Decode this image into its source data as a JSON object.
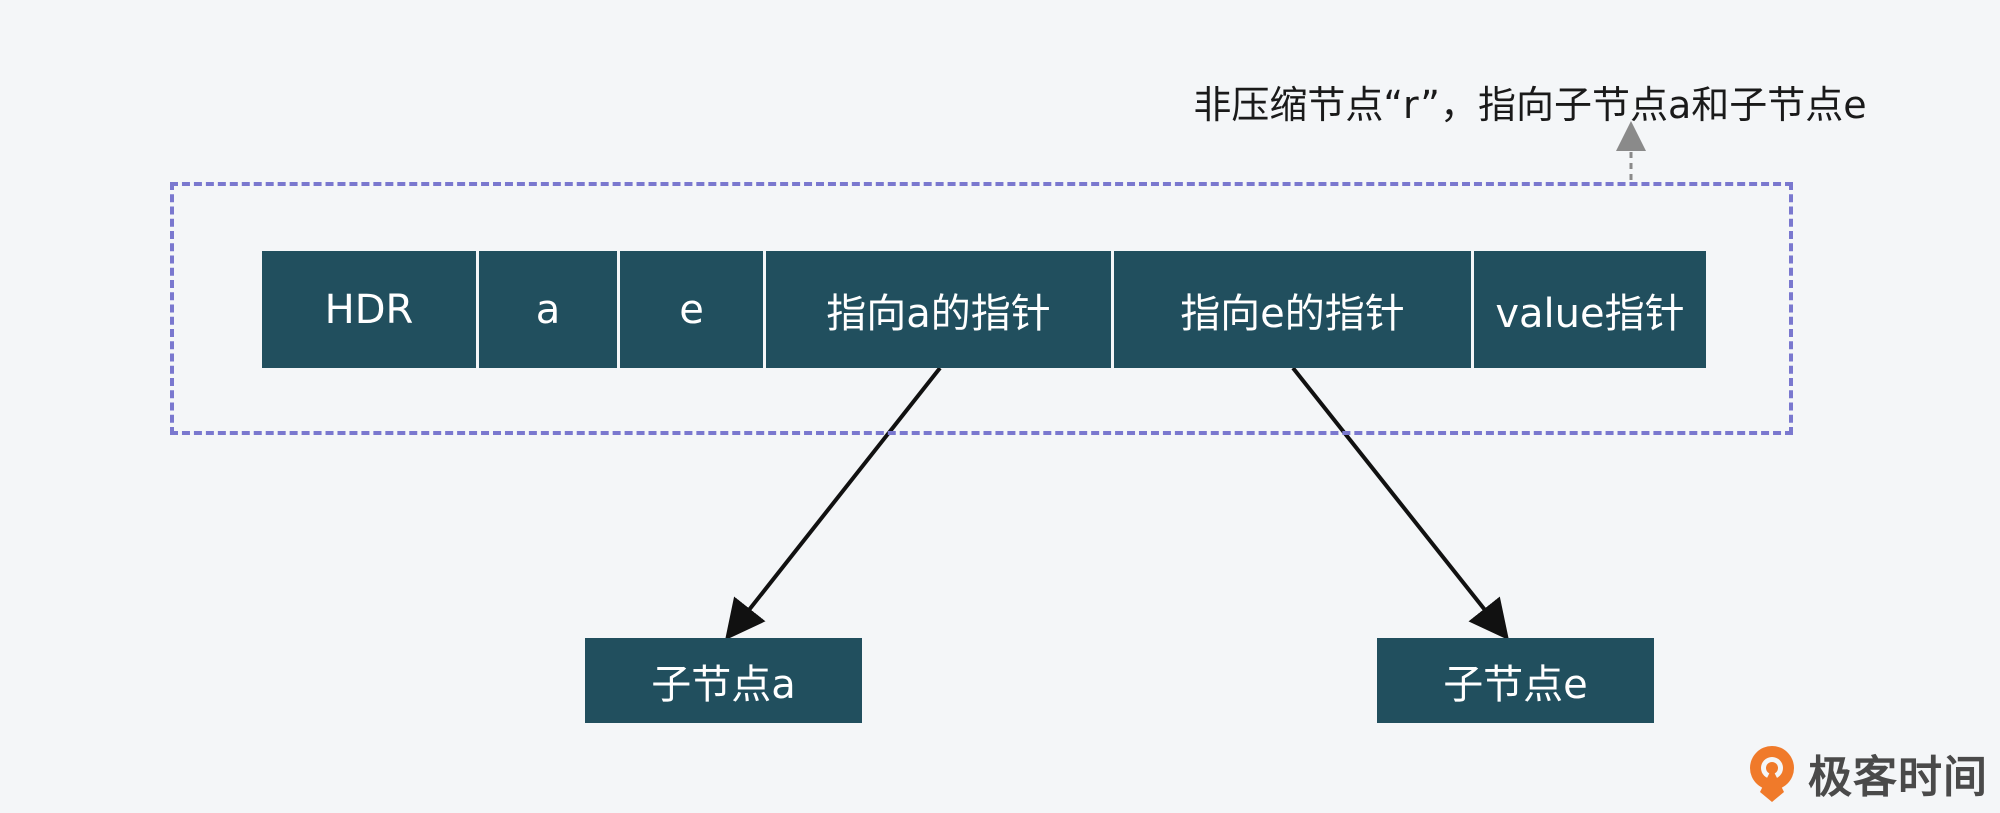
{
  "annotation": {
    "text": "非压缩节点“r”，指向子节点a和子节点e"
  },
  "node": {
    "fields": [
      {
        "label": "HDR"
      },
      {
        "label": "a"
      },
      {
        "label": "e"
      },
      {
        "label": "指向a的指针"
      },
      {
        "label": "指向e的指针"
      },
      {
        "label": "value指针"
      }
    ]
  },
  "children": [
    {
      "label": "子节点a"
    },
    {
      "label": "子节点e"
    }
  ],
  "brand": {
    "name": "极客时间",
    "icon": "geektime-logo-icon"
  },
  "colors": {
    "node_fill": "#214f5e",
    "frame_dash": "#7a78cf",
    "background": "#f4f6f8",
    "brand_orange": "#f07a2a"
  }
}
